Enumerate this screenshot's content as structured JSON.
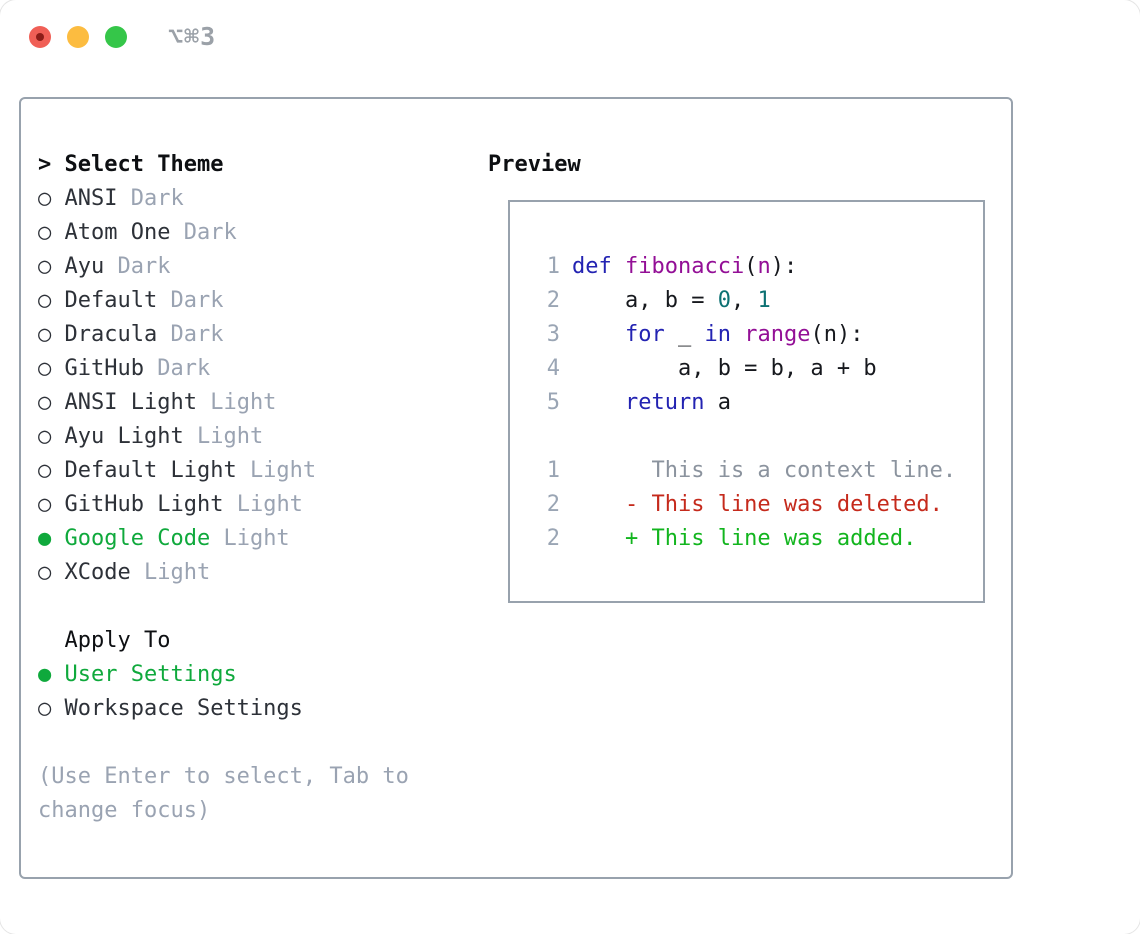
{
  "window": {
    "title": "⌥⌘3"
  },
  "icons": {
    "header_prefix": ">",
    "unselected": "○",
    "selected": "●"
  },
  "theme_list": {
    "header": "Select Theme",
    "items": [
      {
        "name": "ANSI",
        "variant": "Dark",
        "selected": false
      },
      {
        "name": "Atom One",
        "variant": "Dark",
        "selected": false
      },
      {
        "name": "Ayu",
        "variant": "Dark",
        "selected": false
      },
      {
        "name": "Default",
        "variant": "Dark",
        "selected": false
      },
      {
        "name": "Dracula",
        "variant": "Dark",
        "selected": false
      },
      {
        "name": "GitHub",
        "variant": "Dark",
        "selected": false
      },
      {
        "name": "ANSI Light",
        "variant": "Light",
        "selected": false
      },
      {
        "name": "Ayu Light",
        "variant": "Light",
        "selected": false
      },
      {
        "name": "Default Light",
        "variant": "Light",
        "selected": false
      },
      {
        "name": "GitHub Light",
        "variant": "Light",
        "selected": false
      },
      {
        "name": "Google Code",
        "variant": "Light",
        "selected": true
      },
      {
        "name": "XCode",
        "variant": "Light",
        "selected": false
      }
    ]
  },
  "apply_to": {
    "header": "Apply To",
    "options": [
      {
        "label": "User Settings",
        "selected": true
      },
      {
        "label": "Workspace Settings",
        "selected": false
      }
    ]
  },
  "help": {
    "lines": [
      "(Use Enter to select, Tab to",
      "change focus)"
    ]
  },
  "preview": {
    "header": "Preview",
    "code_lines": [
      {
        "num": "1",
        "tokens": [
          [
            "keyword",
            "def"
          ],
          [
            "plain",
            " "
          ],
          [
            "name",
            "fibonacci"
          ],
          [
            "plain",
            "("
          ],
          [
            "name",
            "n"
          ],
          [
            "plain",
            "):"
          ]
        ]
      },
      {
        "num": "2",
        "tokens": [
          [
            "plain",
            "    a, b = "
          ],
          [
            "literal",
            "0"
          ],
          [
            "plain",
            ", "
          ],
          [
            "literal",
            "1"
          ]
        ]
      },
      {
        "num": "3",
        "tokens": [
          [
            "plain",
            "    "
          ],
          [
            "keyword",
            "for"
          ],
          [
            "plain",
            " _ "
          ],
          [
            "keyword",
            "in"
          ],
          [
            "plain",
            " "
          ],
          [
            "name",
            "range"
          ],
          [
            "plain",
            "(n):"
          ]
        ]
      },
      {
        "num": "4",
        "tokens": [
          [
            "plain",
            "        a, b = b, a + b"
          ]
        ]
      },
      {
        "num": "5",
        "tokens": [
          [
            "plain",
            "    "
          ],
          [
            "keyword",
            "return"
          ],
          [
            "plain",
            " a"
          ]
        ]
      }
    ],
    "diff_lines": [
      {
        "num": "1",
        "kind": "context",
        "text": "      This is a context line."
      },
      {
        "num": "2",
        "kind": "deleted",
        "text": "    - This line was deleted."
      },
      {
        "num": "2",
        "kind": "added",
        "text": "    + This line was added."
      }
    ]
  },
  "colors": {
    "panel_border": "#98a2ad",
    "muted": "#9aa3b2",
    "selected_green": "#0fa93c",
    "keyword": "#2323b2",
    "name": "#930f96",
    "literal": "#0d7173",
    "code_text": "#16181d",
    "line_number": "#9aa5b4",
    "diff_red": "#c52a1c",
    "diff_green": "#12b51e",
    "context_gray": "#8b939e",
    "tl_red": "#f05f56",
    "tl_red_dot": "#8c1d18",
    "tl_yellow": "#fcbc40",
    "tl_green": "#35c649",
    "title_gray": "#9ba1a8",
    "item_text": "#2d3138",
    "header_text": "#0d0f12"
  }
}
